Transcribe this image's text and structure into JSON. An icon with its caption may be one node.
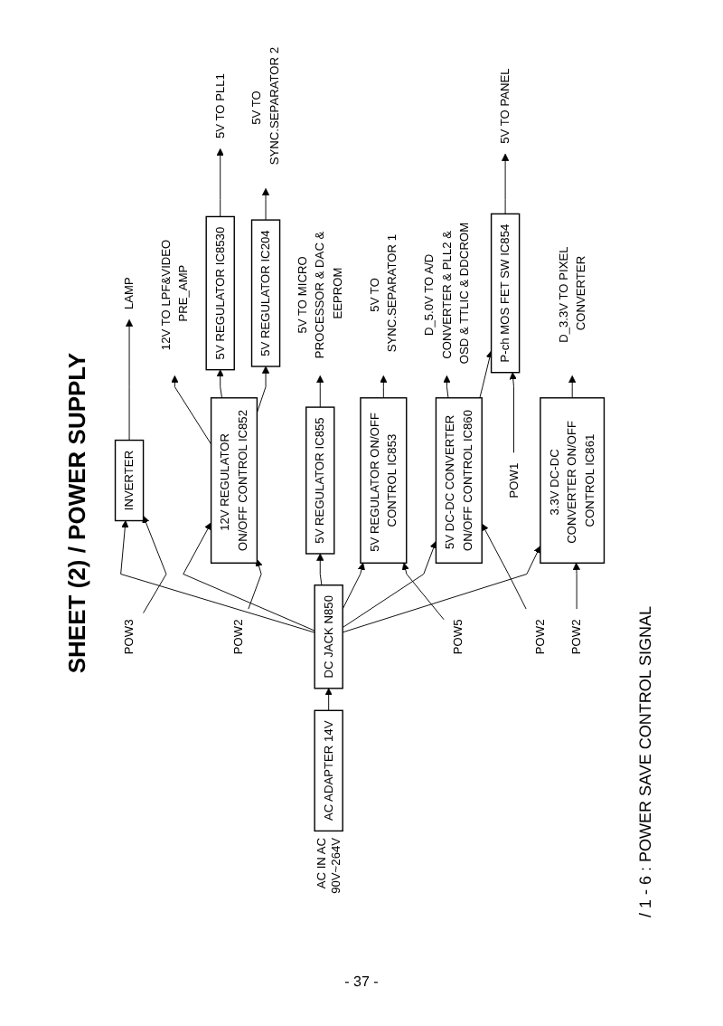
{
  "diagram": {
    "title": "SHEET (2) / POWER SUPPLY",
    "nodes": [
      {
        "text": [
          "AC ADAPTER 14V"
        ],
        "beside": [
          "AC IN AC 90V~264V"
        ]
      },
      {
        "text": [
          "DC JACK N850"
        ]
      },
      {
        "text": [
          "POW3"
        ]
      },
      {
        "text": [
          "INVERTER"
        ]
      },
      {
        "text": [
          "LAMP"
        ]
      },
      {
        "text": [
          "POW2"
        ]
      },
      {
        "text": [
          "12V REGULATOR ON/OFF CONTROL IC852"
        ]
      },
      {
        "text": [
          "12V TO LPF&VIDEO PRE_AMP"
        ]
      },
      {
        "text": [
          "5V REGULATOR IC8530"
        ]
      },
      {
        "text": [
          "5V TO PLL1"
        ]
      },
      {
        "text": [
          "5V REGULATOR IC204"
        ]
      },
      {
        "text": [
          "5V TO SYNC.SEPARATOR 2"
        ]
      },
      {
        "text": [
          "5V REGULATOR IC855"
        ]
      },
      {
        "text": [
          "5V TO MICRO PROCESSOR & DAC & EEPROM"
        ]
      },
      {
        "text": [
          "POW5"
        ]
      },
      {
        "text": [
          "5V REGULATOR ON/OFF CONTROL IC853"
        ]
      },
      {
        "text": [
          "5V TO SYNC.SEPARATOR 1"
        ]
      },
      {
        "text": [
          "POW2"
        ]
      },
      {
        "text": [
          "5V DC-DC CONVERTER ON/OFF CONTROL IC860"
        ]
      },
      {
        "text": [
          "D_5.0V TO A/D CONVERTER & PLL2 & OSD & TTLIC & DDCROM"
        ]
      },
      {
        "text": [
          "POW1"
        ]
      },
      {
        "text": [
          "P-ch MOS FET SW IC854"
        ]
      },
      {
        "text": [
          "5V TO PANEL"
        ]
      },
      {
        "text": [
          "POW2"
        ]
      },
      {
        "text": [
          "3.3V DC-DC CONVERTER ON/OFF CONTROL IC861"
        ]
      },
      {
        "text": [
          "D_3.3V TO PIXEL CONVERTER"
        ]
      }
    ],
    "edges": [
      {
        "from": 0,
        "to": 1,
        "arrow": "to"
      },
      {
        "from": 1,
        "to": 3,
        "arrow": "to"
      },
      {
        "from": 1,
        "to": 6,
        "arrow": "to"
      },
      {
        "from": 1,
        "to": 12,
        "arrow": "to"
      },
      {
        "from": 1,
        "to": 15,
        "arrow": "to"
      },
      {
        "from": 1,
        "to": 18,
        "arrow": "to"
      },
      {
        "from": 1,
        "to": 24,
        "arrow": "to"
      },
      {
        "from": 2,
        "to": 3,
        "arrow": "to"
      },
      {
        "from": 3,
        "to": 4,
        "arrow": "to"
      },
      {
        "from": 5,
        "to": 6,
        "arrow": "to"
      },
      {
        "from": 6,
        "to": 7,
        "arrow": "to"
      },
      {
        "from": 6,
        "to": 8,
        "arrow": "to"
      },
      {
        "from": 8,
        "to": 9,
        "arrow": "to"
      },
      {
        "from": 6,
        "to": 10,
        "arrow": "to"
      },
      {
        "from": 10,
        "to": 11,
        "arrow": "to"
      },
      {
        "from": 12,
        "to": 13,
        "arrow": "to"
      },
      {
        "from": 14,
        "to": 15,
        "arrow": "to"
      },
      {
        "from": 15,
        "to": 16,
        "arrow": "to"
      },
      {
        "from": 17,
        "to": 18,
        "arrow": "to"
      },
      {
        "from": 18,
        "to": 19,
        "arrow": "to"
      },
      {
        "from": 18,
        "to": 21,
        "arrow": "to"
      },
      {
        "from": 20,
        "to": 21,
        "arrow": "to"
      },
      {
        "from": 21,
        "to": 22,
        "arrow": "to"
      },
      {
        "from": 23,
        "to": 24,
        "arrow": "to"
      },
      {
        "from": 24,
        "to": 25,
        "arrow": "to"
      }
    ],
    "labels": [
      "/ 1 - 6 : POWER SAVE CONTROL SIGNAL",
      "- 37 -"
    ]
  }
}
